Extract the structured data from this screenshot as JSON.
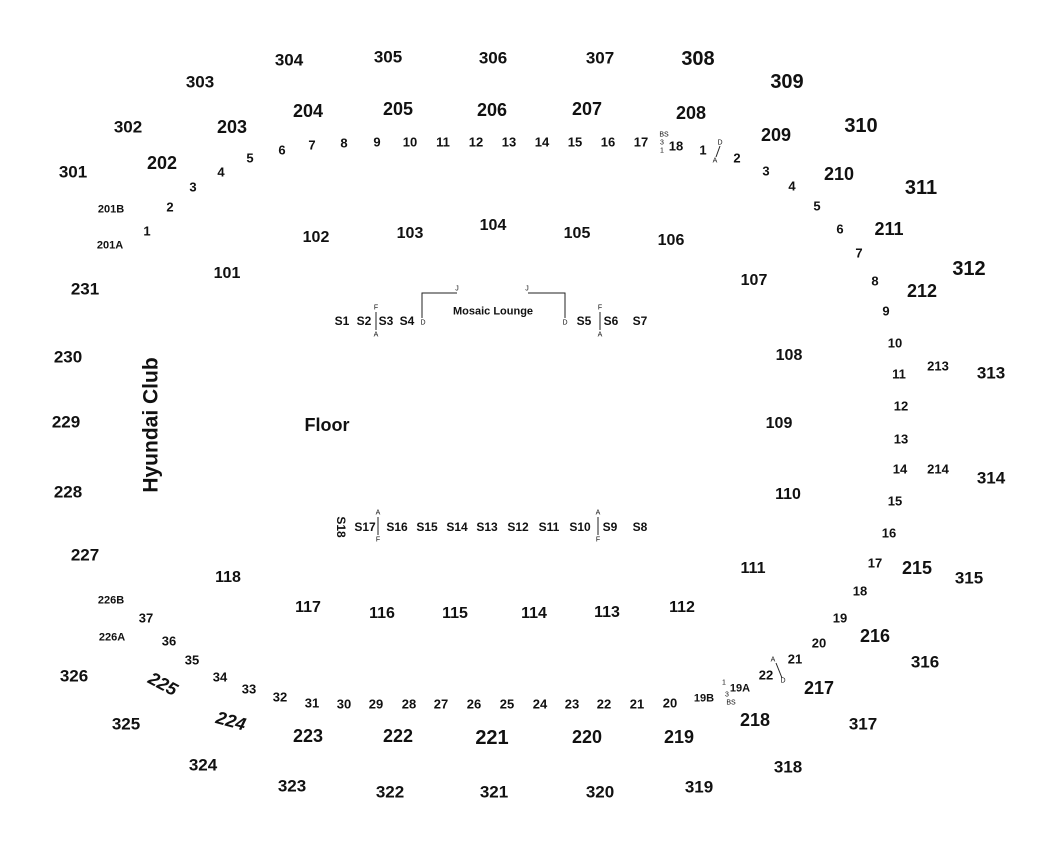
{
  "sections_300": [
    "301",
    "302",
    "303",
    "304",
    "305",
    "306",
    "307",
    "308",
    "309",
    "310",
    "311",
    "312",
    "313",
    "314",
    "315",
    "316",
    "317",
    "318",
    "319",
    "320",
    "321",
    "322",
    "323",
    "324",
    "325",
    "326"
  ],
  "sections_200": [
    "201A",
    "201B",
    "202",
    "203",
    "204",
    "205",
    "206",
    "207",
    "208",
    "209",
    "210",
    "211",
    "212",
    "213",
    "214",
    "215",
    "216",
    "217",
    "218",
    "219",
    "220",
    "221",
    "222",
    "223",
    "224",
    "225",
    "226A",
    "226B",
    "227",
    "228",
    "229",
    "230",
    "231"
  ],
  "sections_100": [
    "101",
    "102",
    "103",
    "104",
    "105",
    "106",
    "107",
    "108",
    "109",
    "110",
    "111",
    "112",
    "113",
    "114",
    "115",
    "116",
    "117",
    "118"
  ],
  "upper_rows": [
    "1",
    "2",
    "3",
    "4",
    "5",
    "6",
    "7",
    "8",
    "9",
    "10",
    "11",
    "12",
    "13",
    "14",
    "15",
    "16",
    "17",
    "18",
    "1",
    "2",
    "3",
    "4",
    "5",
    "6",
    "7",
    "8",
    "9",
    "10",
    "11",
    "12",
    "13",
    "14",
    "15",
    "16",
    "17",
    "18",
    "19",
    "20",
    "21",
    "22",
    "19A",
    "19B",
    "20",
    "21",
    "22",
    "23",
    "24",
    "25",
    "26",
    "27",
    "28",
    "29",
    "30",
    "31",
    "32",
    "33",
    "34",
    "35",
    "36",
    "37"
  ],
  "suites_top": [
    "S1",
    "S2",
    "S3",
    "S4",
    "S5",
    "S6",
    "S7"
  ],
  "suites_bottom": [
    "S8",
    "S9",
    "S10",
    "S11",
    "S12",
    "S13",
    "S14",
    "S15",
    "S16",
    "S17",
    "S18"
  ],
  "markers": [
    "F",
    "A",
    "D",
    "J",
    "J",
    "D",
    "F",
    "A",
    "A",
    "F",
    "A",
    "F",
    "BS",
    "3",
    "1",
    "D",
    "A",
    "A",
    "D",
    "1",
    "3",
    "BS"
  ],
  "labels": {
    "lounge": "Mosaic Lounge",
    "floor": "Floor",
    "club": "Hyundai Club"
  }
}
